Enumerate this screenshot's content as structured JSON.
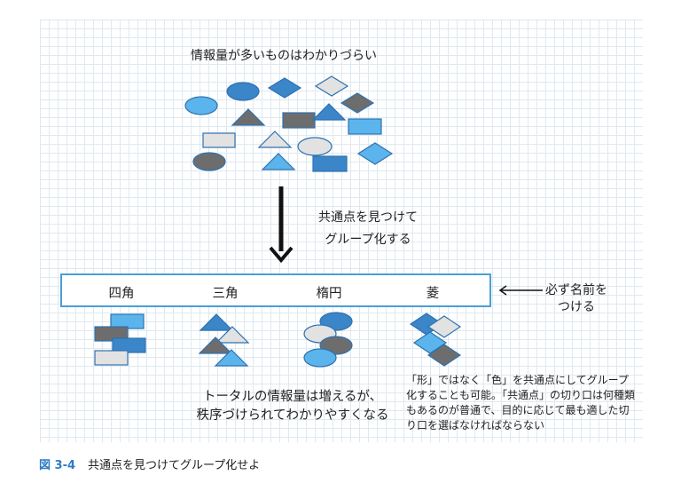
{
  "diagram": {
    "title": "情報量が多いものはわかりづらい",
    "group_note_line1": "共通点を見つけて",
    "group_note_line2": "グループ化する",
    "categories": [
      "四角",
      "三角",
      "楕円",
      "菱"
    ],
    "name_note_line1": "必ず名前を",
    "name_note_line2": "つける",
    "summary_line1": "トータルの情報量は増えるが、",
    "summary_line2": "秩序づけられてわかりやすくなる",
    "color_note": "「形」ではなく「色」を共通点にしてグループ化することも可能。「共通点」の切り口は何種類もあるのが普通で、目的に応じて最も適した切り口を選ばなければならない",
    "caption_number": "図 3-4",
    "caption_text": "共通点を見つけてグループ化せよ"
  },
  "colors": {
    "light_blue": "#5bb5ec",
    "mid_blue": "#3a86c8",
    "gray": "#6d6d6d",
    "light_gray": "#e2e2e2",
    "outline": "#2e72b0",
    "accent": "#4a9fd4"
  }
}
